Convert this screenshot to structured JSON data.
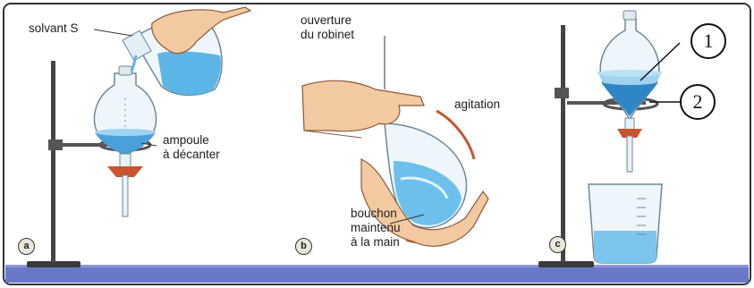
{
  "panels": {
    "a": {
      "letter": "a",
      "solvant_label": "solvant S",
      "ampoule_label_1": "ampoule",
      "ampoule_label_2": "à décanter"
    },
    "b": {
      "letter": "b",
      "ouverture_label_1": "ouverture",
      "ouverture_label_2": "du robinet",
      "agitation_label": "agitation",
      "bouchon_label_1": "bouchon",
      "bouchon_label_2": "maintenu",
      "bouchon_label_3": "à la main"
    },
    "c": {
      "letter": "c",
      "marker_1": "1",
      "marker_2": "2"
    }
  },
  "colors": {
    "liquid_light": "#9fd3ef",
    "liquid_dark": "#4aa0d8",
    "bench": "#6a78c8",
    "stand": "#3a3a3a",
    "skin": "#f2c9a0",
    "glass": "#eef6fb"
  }
}
